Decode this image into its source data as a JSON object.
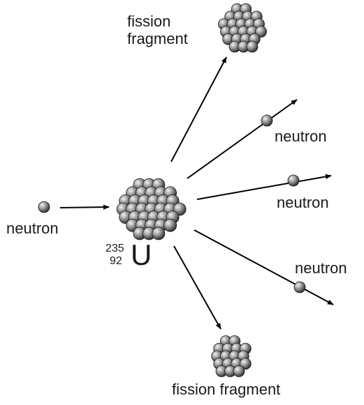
{
  "labels": {
    "fragment_top_line1": "fission",
    "fragment_top_line2": "fragment",
    "neutron_upper": "neutron",
    "neutron_middle": "neutron",
    "neutron_lower": "neutron",
    "neutron_incoming": "neutron",
    "fragment_bottom": "fission fragment"
  },
  "isotope": {
    "mass_number": "235",
    "atomic_number": "92",
    "symbol": "U"
  },
  "colors": {
    "arrow": "#000000",
    "particle_light": "#e6e6e6",
    "particle_mid": "#8a8a8a",
    "particle_dark": "#262626",
    "text": "#1a1a1a"
  }
}
